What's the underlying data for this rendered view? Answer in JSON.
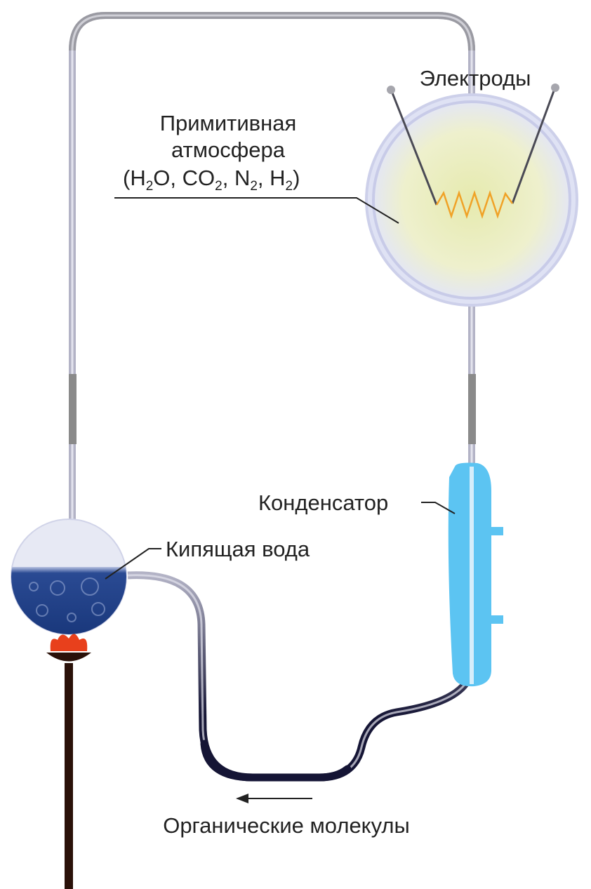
{
  "labels": {
    "electrodes": "Электроды",
    "atmosphere_line1": "Примитивная",
    "atmosphere_line2": "атмосфера",
    "condenser": "Конденсатор",
    "boiling_water": "Кипящая вода",
    "organic_molecules": "Органические молекулы"
  },
  "formula": {
    "open": "(",
    "h2o_h": "H",
    "h2o_sub": "2",
    "h2o_o": "O, ",
    "co2_c": "CO",
    "co2_sub": "2",
    "sep1": ", ",
    "n2_n": "N",
    "n2_sub": "2",
    "sep2": ", ",
    "h2_h": "H",
    "h2_sub": "2",
    "close": ")"
  },
  "colors": {
    "tube": "#b3b3c6",
    "tube_highlight": "#e4e4ee",
    "tube_joint": "#8a8a8a",
    "sphere_fill": "#e9ecbf",
    "sphere_rim": "#c8cbe8",
    "condenser": "#5cc4f2",
    "water": "#1d3f86",
    "flame": "#e8401c",
    "burner": "#2a1109",
    "spark": "#f0a227",
    "product": "#151535"
  }
}
